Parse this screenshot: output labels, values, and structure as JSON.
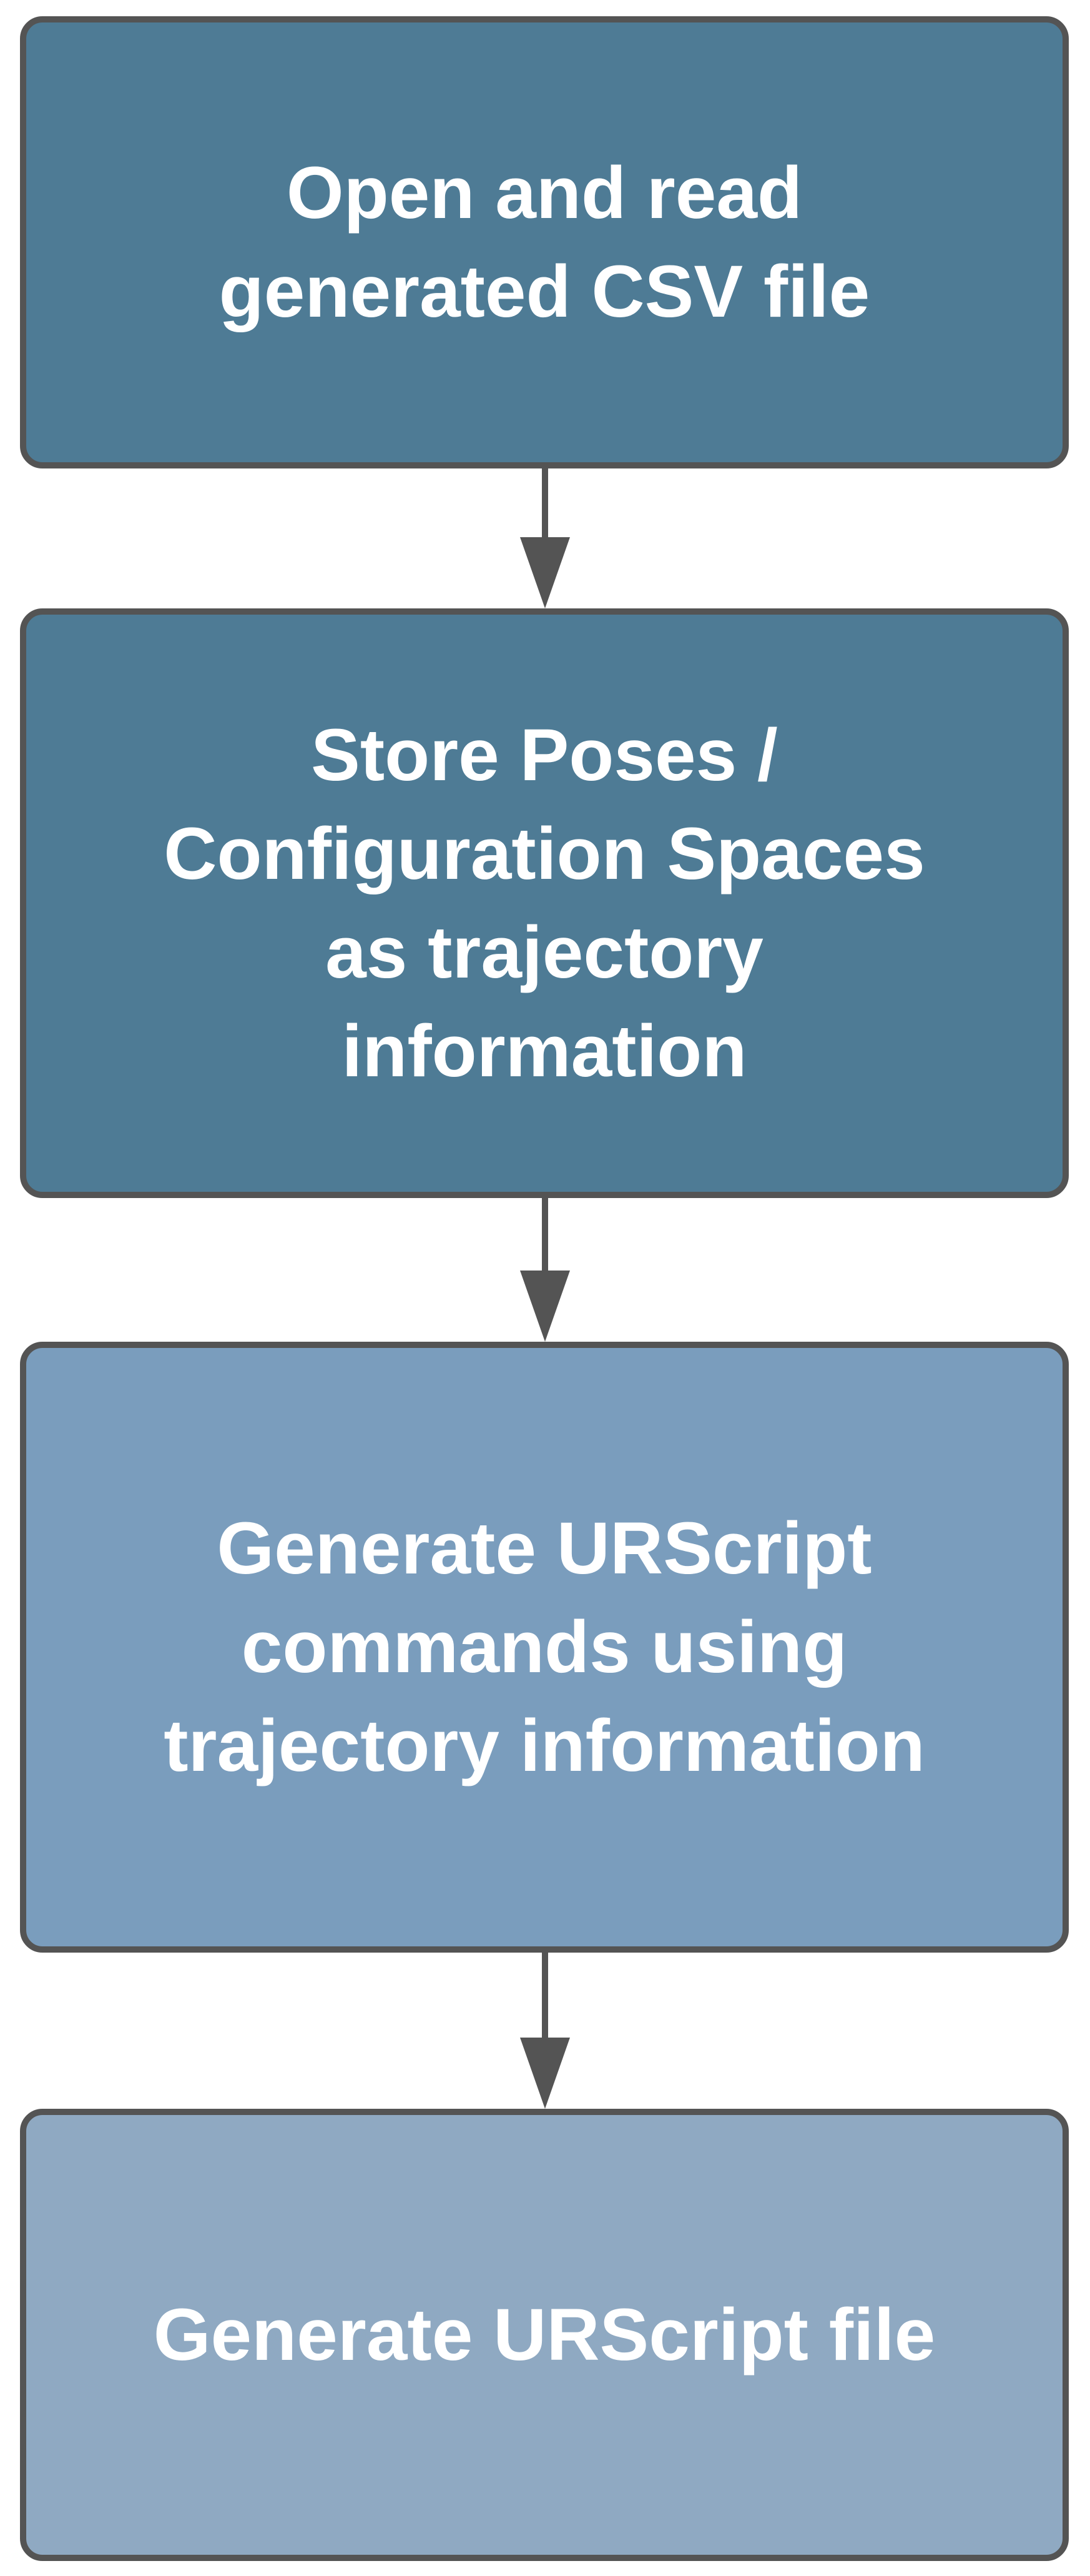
{
  "flowchart": {
    "nodes": [
      {
        "label": "Open and read\ngenerated CSV file",
        "fill": "#4e7b95"
      },
      {
        "label": "Store Poses /\nConfiguration Spaces\nas trajectory\ninformation",
        "fill": "#4e7b95"
      },
      {
        "label": "Generate URScript\ncommands using\ntrajectory information",
        "fill": "#7a9dbd"
      },
      {
        "label": "Generate URScript file",
        "fill": "#8fa9c2"
      }
    ],
    "edges": [
      {
        "from": 0,
        "to": 1
      },
      {
        "from": 1,
        "to": 2
      },
      {
        "from": 2,
        "to": 3
      }
    ],
    "border_color": "#545454",
    "arrow_color": "#545454"
  }
}
